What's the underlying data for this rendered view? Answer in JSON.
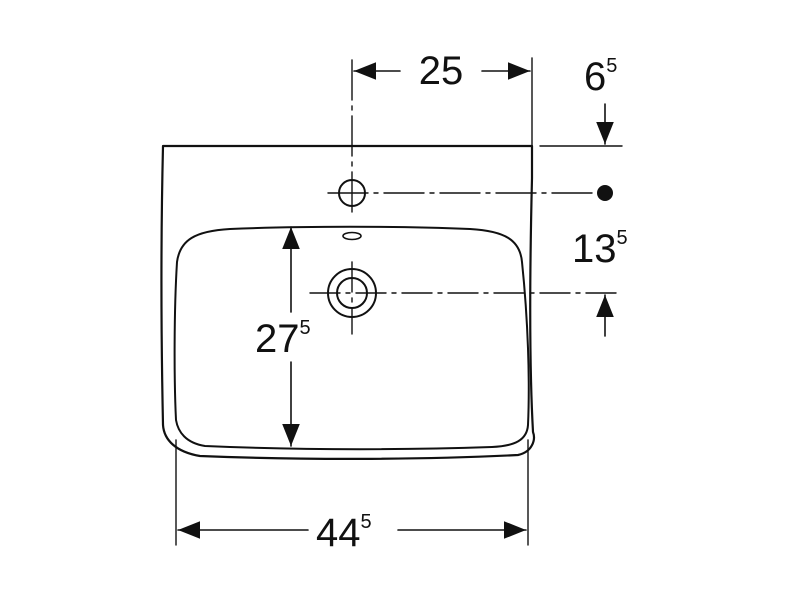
{
  "colors": {
    "line": "#111111",
    "background": "#ffffff"
  },
  "dimensions": {
    "tap_hole_offset": {
      "main": "25",
      "sup": ""
    },
    "top_edge_to_tap_hole": {
      "main": "6",
      "sup": "5"
    },
    "tap_hole_to_drain": {
      "main": "13",
      "sup": "5"
    },
    "bowl_depth": {
      "main": "27",
      "sup": "5"
    },
    "overall_width": {
      "main": "44",
      "sup": "5"
    }
  }
}
